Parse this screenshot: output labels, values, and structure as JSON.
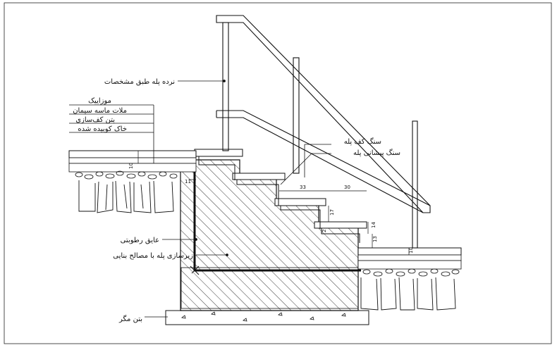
{
  "labels": {
    "railing": "نرده پله طبق مشخصات",
    "mosaic": "موزاییک",
    "mortar": "ملات ماسه سیمان",
    "floor_concrete": "بتن کف‌سازی",
    "compacted_soil": "خاک کوبیده شده",
    "tread_stone": "سنگ کف پله",
    "riser_stone": "سنگ پیشانی پله",
    "waterproofing": "عایق رطوبتی",
    "substructure": "زیرسازی پله با مصالح بنایی",
    "lean_concrete": "بتن مگر"
  },
  "dimensions": {
    "left_slab": "10",
    "left_step_small": "11",
    "tread_left": "33",
    "tread_right": "30",
    "riser_height": "17",
    "riser_small": "14",
    "low_step_a": "2",
    "low_step_b": "13",
    "right_slab": "10"
  }
}
